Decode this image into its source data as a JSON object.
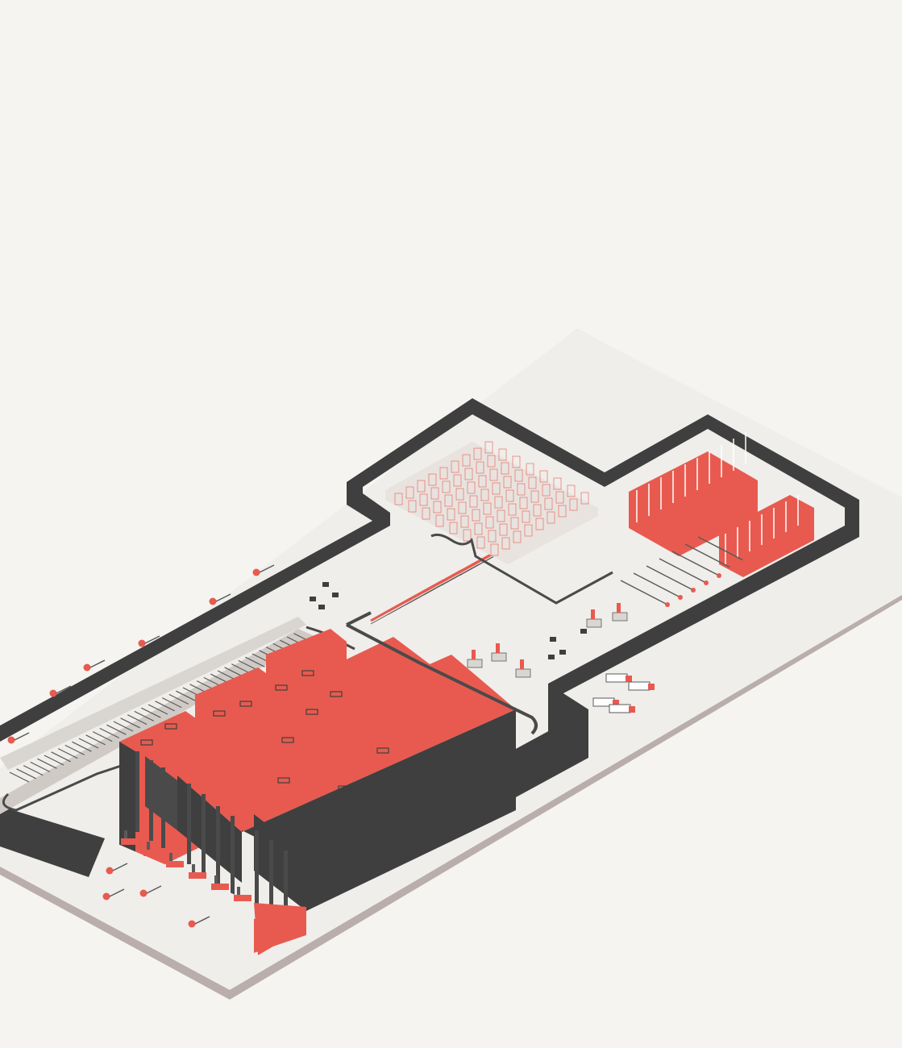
{
  "colors": {
    "background": "#f5f4f1",
    "base_top": "#efeeea",
    "base_shadow": "#b9aeac",
    "wall_dark": "#3f3f3f",
    "wall_mid": "#4a4a4a",
    "accent_red": "#e85a4f",
    "red_dark": "#b8453c",
    "line": "#5a5a5a",
    "light_gray": "#d9d6d2"
  },
  "scene": {
    "zones": [
      {
        "id": "asrs-block",
        "icon": "automated-storage-block"
      },
      {
        "id": "conveyor-loop-west",
        "icon": "conveyor-loop"
      },
      {
        "id": "gravity-rack-rows",
        "icon": "gravity-flow-rack"
      },
      {
        "id": "inbound-dock",
        "icon": "truck-dock"
      },
      {
        "id": "picking-shelf-area",
        "icon": "pallet-rack"
      },
      {
        "id": "cold-storage-racks",
        "icon": "red-rack-block"
      },
      {
        "id": "sorting-lanes",
        "icon": "sortation-conveyor"
      },
      {
        "id": "robotic-cells",
        "icon": "robot-arm"
      },
      {
        "id": "outbound-trucks",
        "icon": "truck"
      }
    ]
  }
}
